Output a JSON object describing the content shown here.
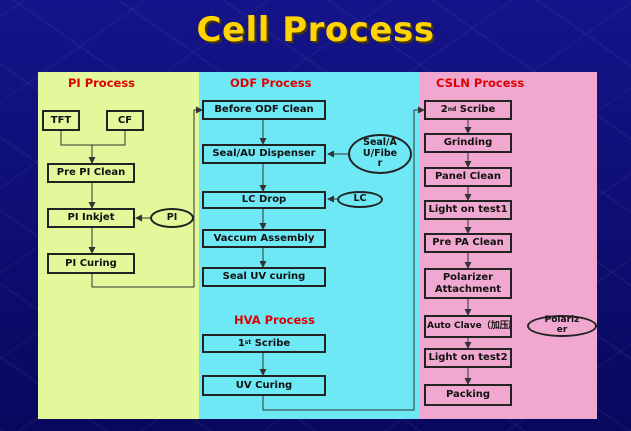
{
  "title": "Cell Process",
  "pi": {
    "title": "PI Process",
    "tft": "TFT",
    "cf": "CF",
    "pre_pi_clean": "Pre PI Clean",
    "pi_inkjet": "PI Inkjet",
    "pi_material": "PI",
    "pi_curing": "PI Curing"
  },
  "odf": {
    "title": "ODF Process",
    "before_odf_clean": "Before ODF Clean",
    "seal_dispenser": "Seal/AU Dispenser",
    "seal_material": "Seal/A\nU/Fibe\nr",
    "lc_drop": "LC Drop",
    "lc_material": "LC",
    "vaccum_assembly": "Vaccum Assembly",
    "seal_uv_curing": "Seal UV curing"
  },
  "hva": {
    "title": "HVA Process",
    "first_scribe_num": "1",
    "first_scribe_sup": "st",
    "first_scribe_rest": " Scribe",
    "uv_curing": "UV Curing"
  },
  "csln": {
    "title": "CSLN Process",
    "second_scribe_num": "2",
    "second_scribe_sup": "nd",
    "second_scribe_rest": " Scribe",
    "grinding": "Grinding",
    "panel_clean": "Panel Clean",
    "light_on_test1": "Light on test1",
    "pre_pa_clean": "Pre PA Clean",
    "polarizer_attachment": "Polarizer\nAttachment",
    "auto_clave": "Auto Clave（加压脱泡）",
    "polarizer_material": "Polariz\ner",
    "light_on_test2": "Light on test2",
    "packing": "Packing"
  }
}
